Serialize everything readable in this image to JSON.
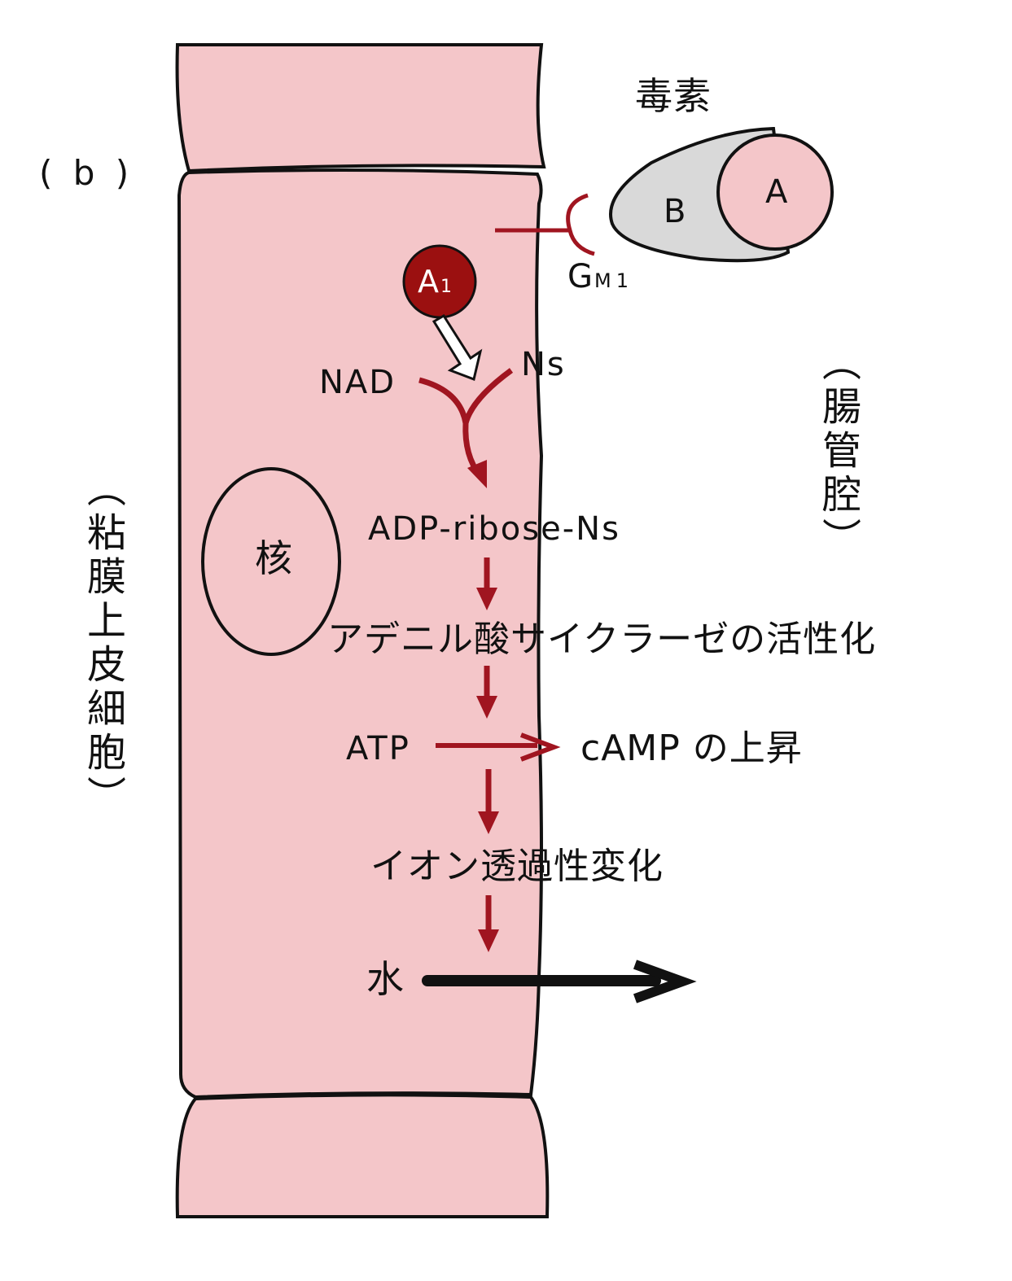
{
  "panel_label": "( b )",
  "toxin": {
    "title": "毒素",
    "subunit_a": "A",
    "subunit_b": "B",
    "receptor": "G",
    "receptor_sub": "M1"
  },
  "a1": {
    "label": "A",
    "sub": "1"
  },
  "steps": {
    "nad": "NAD",
    "ns": "Ns",
    "adp_ribose": "ADP-ribose-Ns",
    "adenylate_cyclase": "アデニル酸サイクラーゼの活性化",
    "atp": "ATP",
    "camp": "cAMP の上昇",
    "ion": "イオン透過性変化",
    "water": "水"
  },
  "nucleus": "核",
  "side_labels": {
    "lumen": "（腸管腔）",
    "epithelial": "（粘膜上皮細胞）"
  },
  "colors": {
    "cell_fill": "#f4c6c9",
    "a1_fill": "#9b1010",
    "arrow_red": "#a01520",
    "toxin_b_fill": "#d9d9d9"
  }
}
